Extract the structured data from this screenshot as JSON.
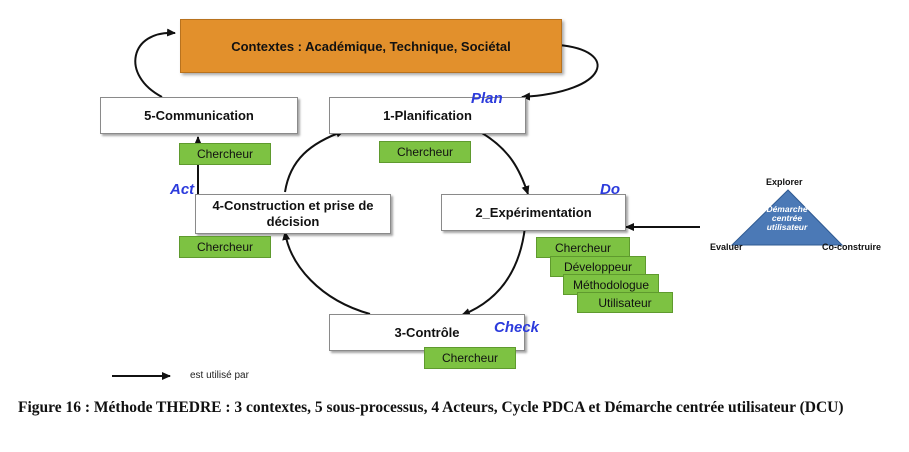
{
  "context": {
    "label": "Contextes : Académique, Technique, Sociétal"
  },
  "processes": {
    "planification": "1-Planification",
    "experimentation": "2_Expérimentation",
    "controle": "3-Contrôle",
    "construction": "4-Construction et prise de décision",
    "communication": "5-Communication"
  },
  "pdca": {
    "plan": "Plan",
    "do": "Do",
    "check": "Check",
    "act": "Act"
  },
  "actors": {
    "communication": "Chercheur",
    "planification": "Chercheur",
    "construction": "Chercheur",
    "controle": "Chercheur",
    "experimentation": [
      "Chercheur",
      "Développeur",
      "Méthodologue",
      "Utilisateur"
    ]
  },
  "dcu": {
    "top": "Explorer",
    "left": "Evaluer",
    "right": "Co-construire",
    "center": "Démarche centrée utilisateur",
    "color": "#4b79b6"
  },
  "legend": {
    "label": "est utilisé par"
  },
  "caption": "Figure 16 : Méthode THEDRE : 3 contextes, 5 sous-processus, 4 Acteurs, Cycle PDCA et Démarche centrée utilisateur (DCU)",
  "colors": {
    "context": "#e2902c",
    "actor": "#7dc242",
    "pdca": "#2c3bdc"
  }
}
